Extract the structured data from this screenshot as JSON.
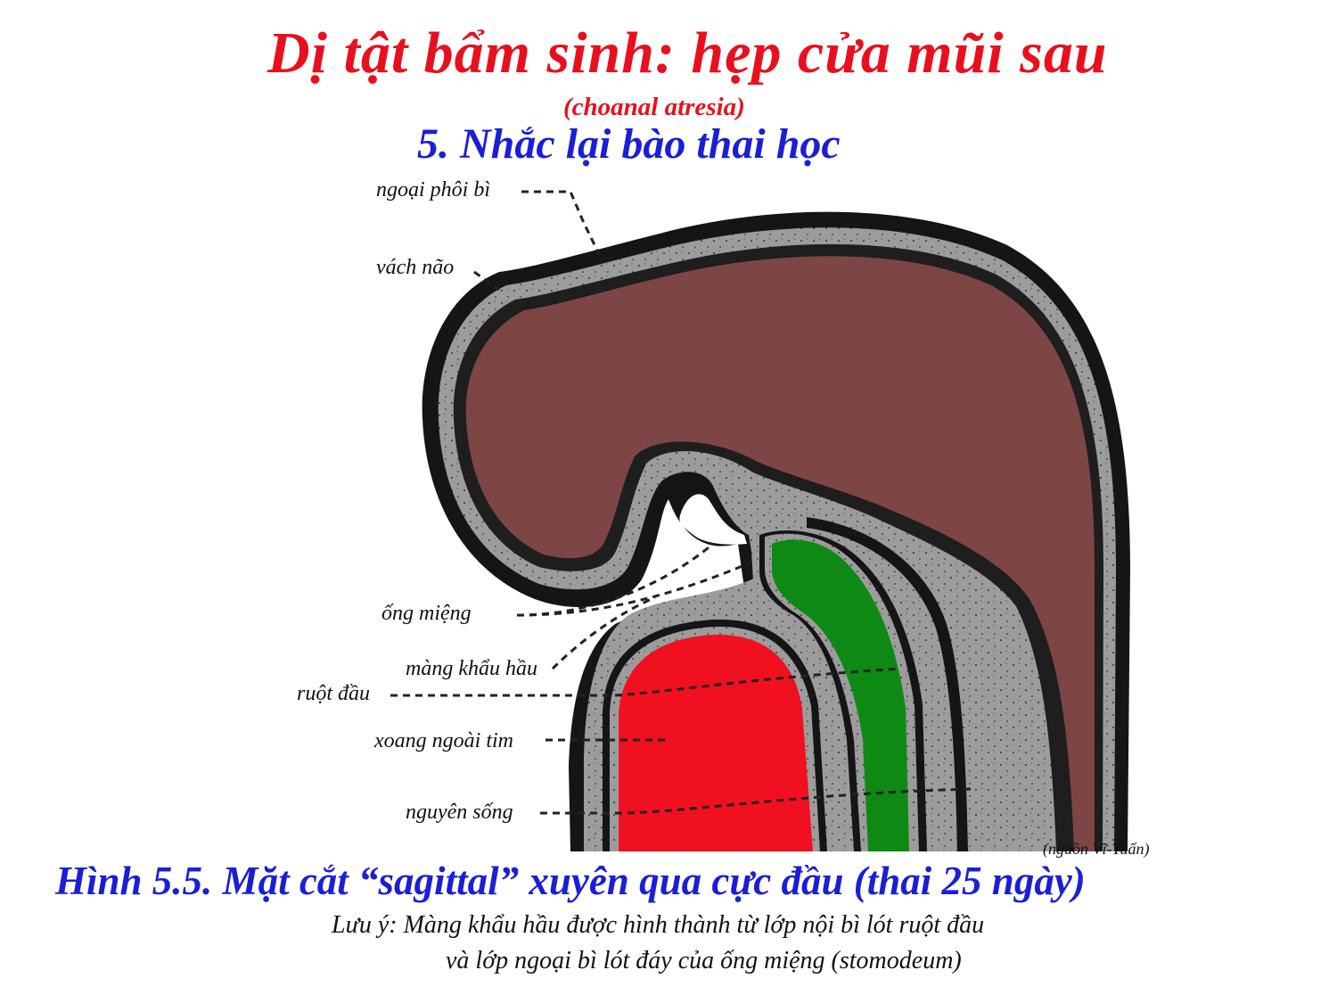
{
  "title": "Dị tật bẩm sinh: hẹp cửa mũi sau",
  "subtitle": "(choanal atresia)",
  "section_heading": "5. Nhắc lại bào thai học",
  "diagram": {
    "labels": {
      "ectoderm": "ngoại phôi bì",
      "brain_wall": "vách não",
      "mouth": "ống miệng",
      "buccopharyngeal_membrane": "màng khẩu hầu",
      "foregut": "ruột đầu",
      "pericardial_sinus": "xoang ngoài tim",
      "notochord": "nguyên sống"
    },
    "colors": {
      "brain": "#7e4545",
      "heart": "#f01020",
      "gut": "#0e8a14",
      "tissue": "#9c9c9c",
      "outline": "#151515"
    }
  },
  "source": "(nguồn Vĩ-Tuấn)",
  "caption": "Hình 5.5. Mặt cắt “sagittal” xuyên qua cực đầu  (thai 25 ngày)",
  "note": {
    "line1": "Lưu ý: Màng khẩu hầu được hình thành từ lớp nội bì lót ruột đầu",
    "line2": "và lớp ngoại bì lót đáy của ống miệng (stomodeum)"
  }
}
